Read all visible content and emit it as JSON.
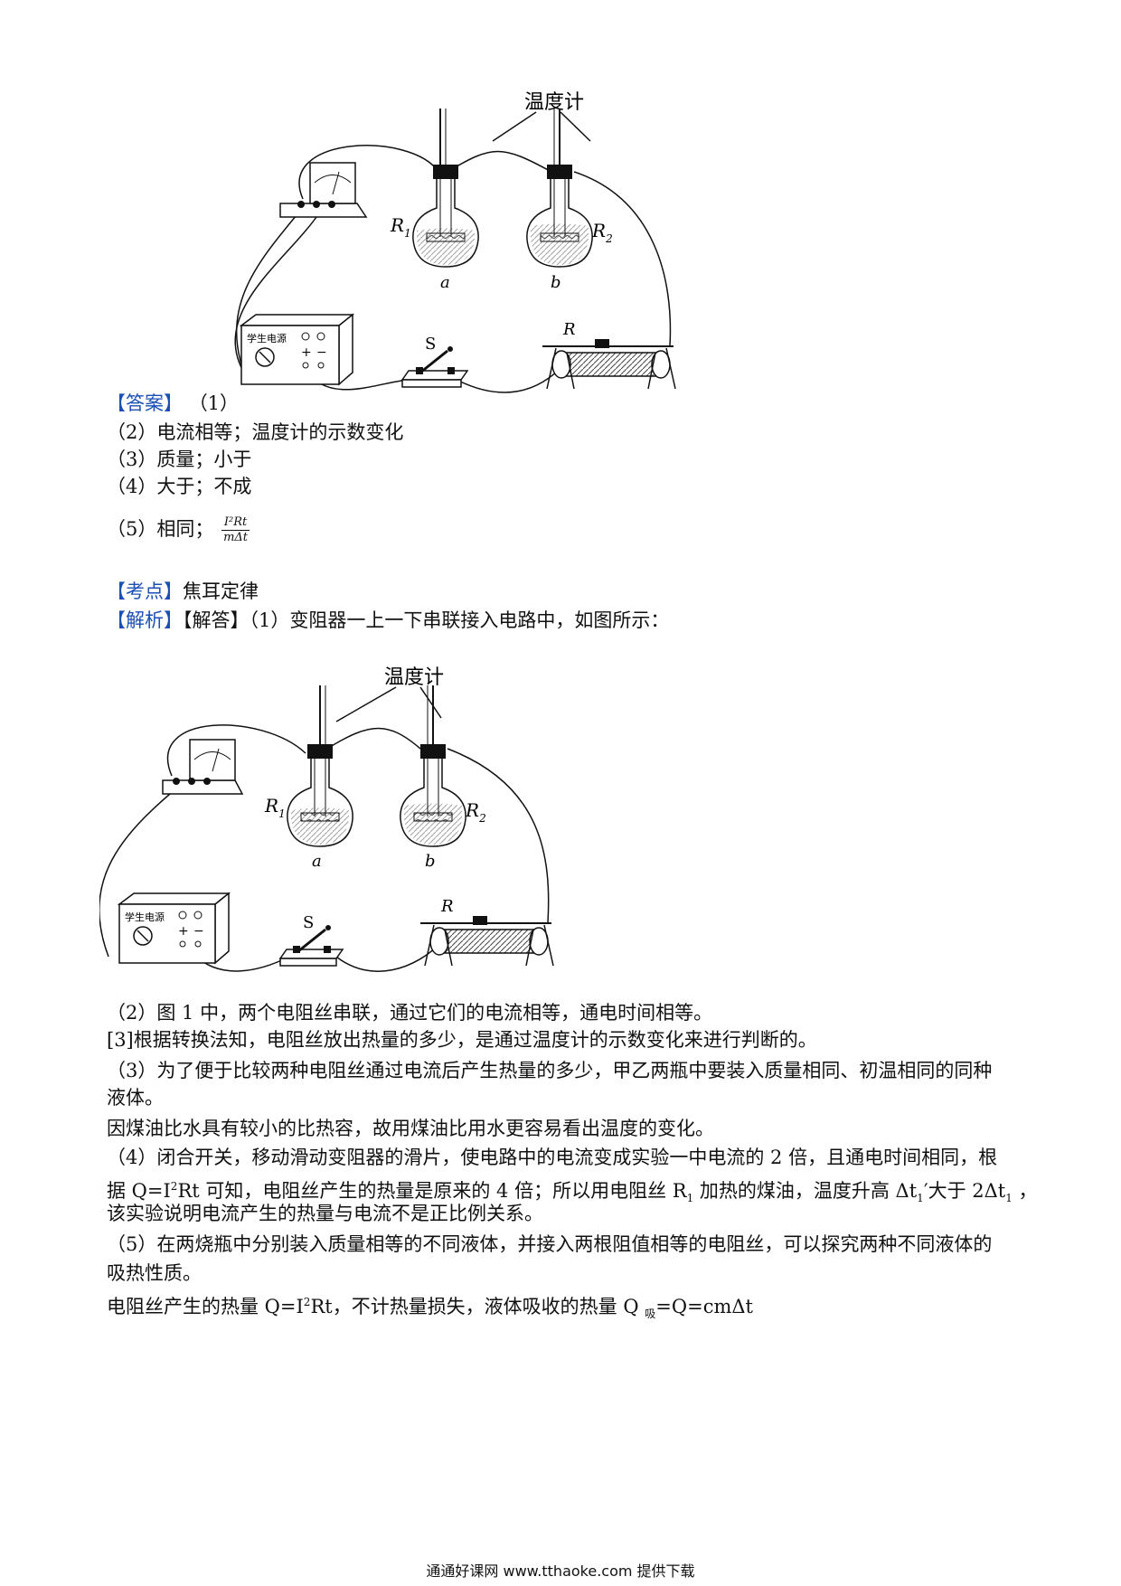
{
  "figure": {
    "thermometer_label": "温度计",
    "r1": "R",
    "r1_sub": "1",
    "r2": "R",
    "r2_sub": "2",
    "flask_a": "a",
    "flask_b": "b",
    "switch": "S",
    "rheostat": "R",
    "power_supply_label": "学生电源",
    "plus": "+",
    "minus": "−"
  },
  "answer": {
    "tag": "【答案】",
    "item1": "（1）",
    "item2": "（2）电流相等；温度计的示数变化",
    "item3": "（3）质量；小于",
    "item4": "（4）大于；不成",
    "item5_prefix": "（5）相同；",
    "item5_num": "I²Rt",
    "item5_den": "mΔt"
  },
  "kaodian": {
    "tag": "【考点】",
    "text": "焦耳定律"
  },
  "jiexi": {
    "tag": "【解析】",
    "text": "【解答】（1）变阻器一上一下串联接入电路中，如图所示："
  },
  "body": {
    "p1": "（2）图 1 中，两个电阻丝串联，通过它们的电流相等，通电时间相等。",
    "p2": "[3]根据转换法知，电阻丝放出热量的多少，是通过温度计的示数变化来进行判断的。",
    "p3a": "（3）为了便于比较两种电阻丝通过电流后产生热量的多少，甲乙两瓶中要装入质量相同、初温相同的同种",
    "p3b": "液体。",
    "p4": "因煤油比水具有较小的比热容，故用煤油比用水更容易看出温度的变化。",
    "p5a": "（4）闭合开关，移动滑动变阻器的滑片，使电路中的电流变成实验一中电流的 2 倍，且通电时间相同，根",
    "p5b_1": "据 Q=I",
    "p5b_sup": "2",
    "p5b_2": "Rt 可知，电阻丝产生的热量是原来的 4 倍；所以用电阻丝 R",
    "p5b_sub1": "1",
    "p5b_3": " 加热的煤油，温度升高 Δt",
    "p5b_sub2": "1",
    "p5b_4": "′大于 2Δt",
    "p5b_sub3": "1",
    "p5b_5": "  ，",
    "p5c": "该实验说明电流产生的热量与电流不是正比例关系。",
    "p6a": "（5）在两烧瓶中分别装入质量相等的不同液体，并接入两根阻值相等的电阻丝，可以探究两种不同液体的",
    "p6b": "吸热性质。",
    "p7_1": "电阻丝产生的热量 Q=I",
    "p7_sup": "2",
    "p7_2": "Rt，不计热量损失，液体吸收的热量 Q ",
    "p7_sub": "吸",
    "p7_3": "=Q=cmΔt"
  },
  "footer": "通通好课网  www.tthaoke.com  提供下载"
}
